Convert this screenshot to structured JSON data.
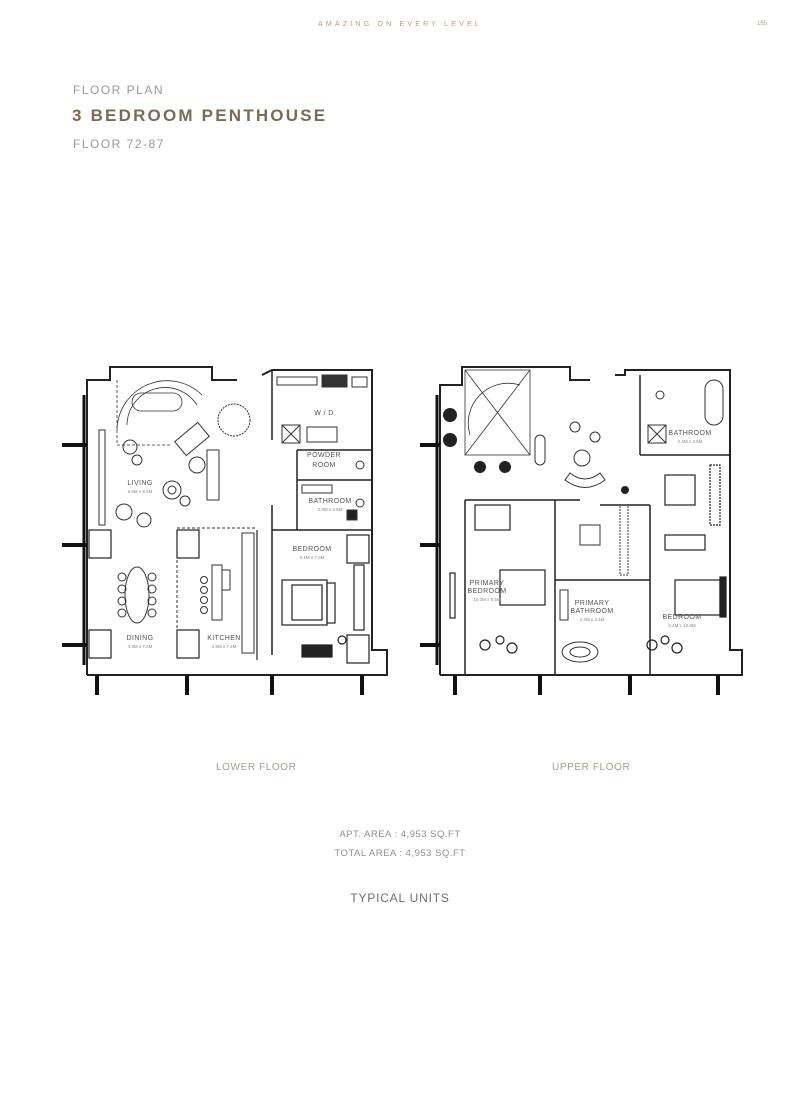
{
  "header": {
    "tagline": "AMAZING ON EVERY LEVEL",
    "page_number": "185"
  },
  "intro": {
    "eyebrow": "FLOOR PLAN",
    "title": "3 BEDROOM PENTHOUSE",
    "floors": "FLOOR 72-87"
  },
  "lower_floor": {
    "label": "LOWER FLOOR",
    "rooms": [
      {
        "name": "LIVING",
        "dims": "9.8M x 8.2M"
      },
      {
        "name": "W / D",
        "dims": ""
      },
      {
        "name": "POWDER",
        "name2": "ROOM",
        "dims": ""
      },
      {
        "name": "BATHROOM",
        "dims": "3.8M x 2.5M"
      },
      {
        "name": "BEDROOM",
        "dims": "5.1M x 7.0M"
      },
      {
        "name": "DINING",
        "dims": "4.9M x 7.2M"
      },
      {
        "name": "KITCHEN",
        "dims": "4.9M x 7.2M"
      }
    ]
  },
  "upper_floor": {
    "label": "UPPER FLOOR",
    "rooms": [
      {
        "name": "BATHROOM",
        "dims": "3.4M x 3.8M"
      },
      {
        "name": "PRIMARY",
        "name2": "BEDROOM",
        "dims": "10.3M x 8.5M"
      },
      {
        "name": "PRIMARY",
        "name2": "BATHROOM",
        "dims": "4.3M x 4.4M"
      },
      {
        "name": "BEDROOM",
        "dims": "6.4M x 10.8M"
      }
    ]
  },
  "summary": {
    "apt_area": "APT. AREA : 4,953 SQ.FT",
    "total_area": "TOTAL AREA : 4,953 SQ.FT",
    "note": "TYPICAL UNITS"
  },
  "colors": {
    "accent": "#7c6a52",
    "tagline": "#b59c7a",
    "muted": "#9a9a9a",
    "wall": "#222222"
  }
}
